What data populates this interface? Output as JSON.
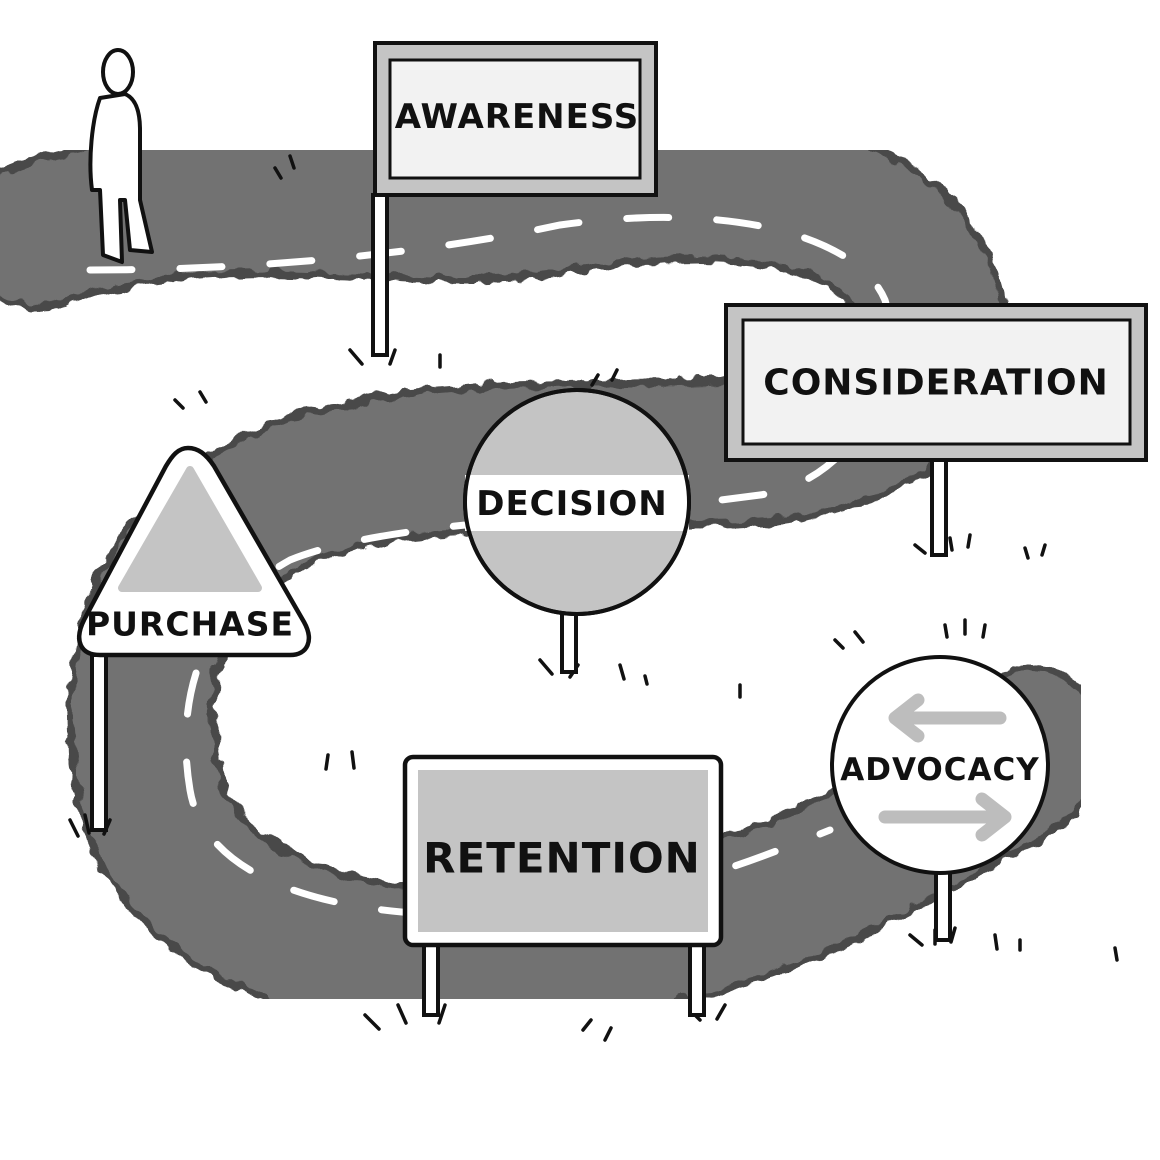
{
  "stages": {
    "awareness": "AWARENESS",
    "consideration": "CONSIDERATION",
    "decision": "DECISION",
    "purchase": "PURCHASE",
    "retention": "RETENTION",
    "advocacy": "ADVOCACY"
  },
  "colors": {
    "road": "#6e6e6e",
    "road_edge": "#4a4a4a",
    "lane_mark": "#ffffff",
    "ink": "#111111",
    "sign_fill": "#c4c4c4",
    "sign_inner": "#f2f2f2",
    "arrow": "#bdbdbd"
  },
  "icons": {
    "figure": "person-icon",
    "arrows": "exchange-arrows-icon"
  }
}
